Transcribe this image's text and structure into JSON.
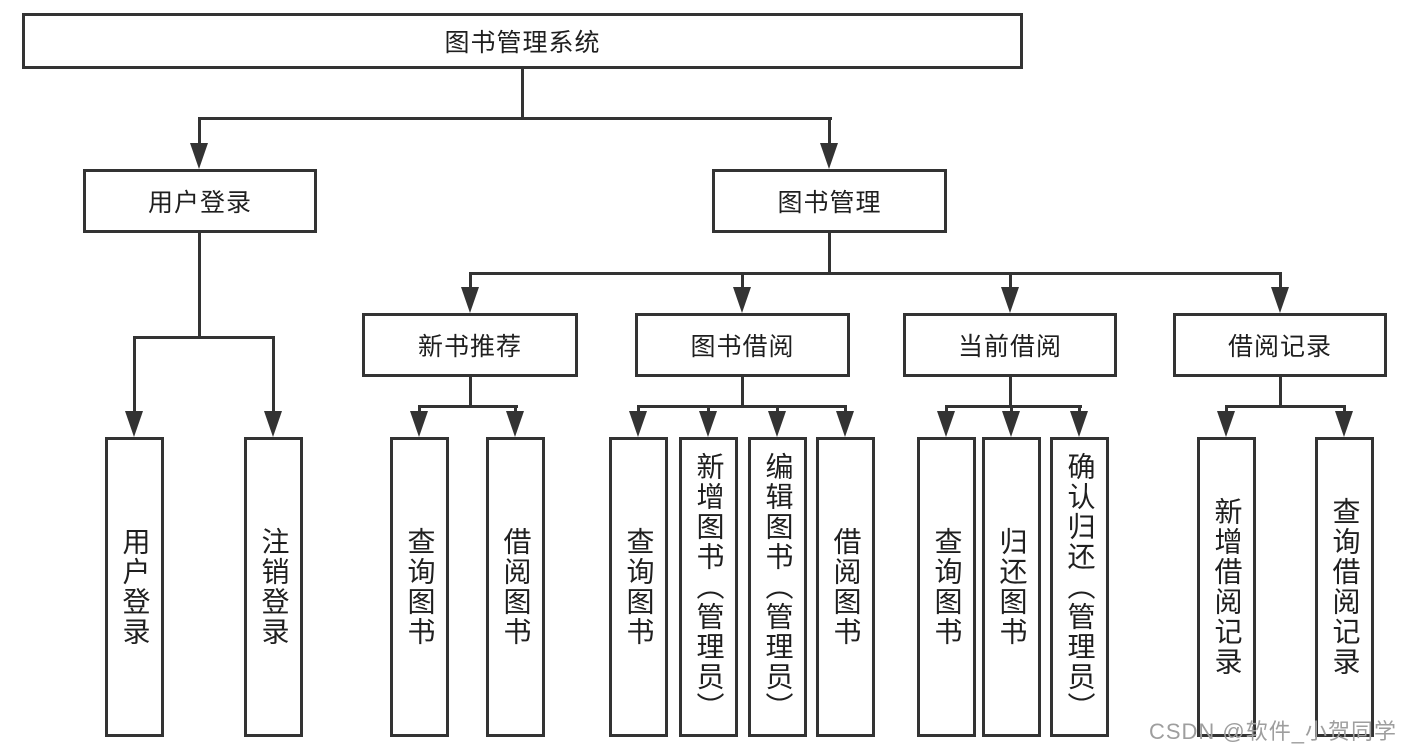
{
  "diagram": {
    "root": {
      "label": "图书管理系统"
    },
    "user_login": {
      "label": "用户登录",
      "children": [
        {
          "label": "用户登录"
        },
        {
          "label": "注销登录"
        }
      ]
    },
    "book_management": {
      "label": "图书管理",
      "children": [
        {
          "label": "新书推荐",
          "children": [
            {
              "label": "查询图书"
            },
            {
              "label": "借阅图书"
            }
          ]
        },
        {
          "label": "图书借阅",
          "children": [
            {
              "label": "查询图书"
            },
            {
              "label": "新增图书（管理员）"
            },
            {
              "label": "编辑图书（管理员）"
            },
            {
              "label": "借阅图书"
            }
          ]
        },
        {
          "label": "当前借阅",
          "children": [
            {
              "label": "查询图书"
            },
            {
              "label": "归还图书"
            },
            {
              "label": "确认归还（管理员）"
            }
          ]
        },
        {
          "label": "借阅记录",
          "children": [
            {
              "label": "新增借阅记录"
            },
            {
              "label": "查询借阅记录"
            }
          ]
        }
      ]
    }
  },
  "watermark": {
    "text": "CSDN @软件_小贺同学"
  },
  "colors": {
    "line": "#333333",
    "text": "#1f1f1f",
    "watermark": "#9e9e9e",
    "background": "#ffffff"
  }
}
